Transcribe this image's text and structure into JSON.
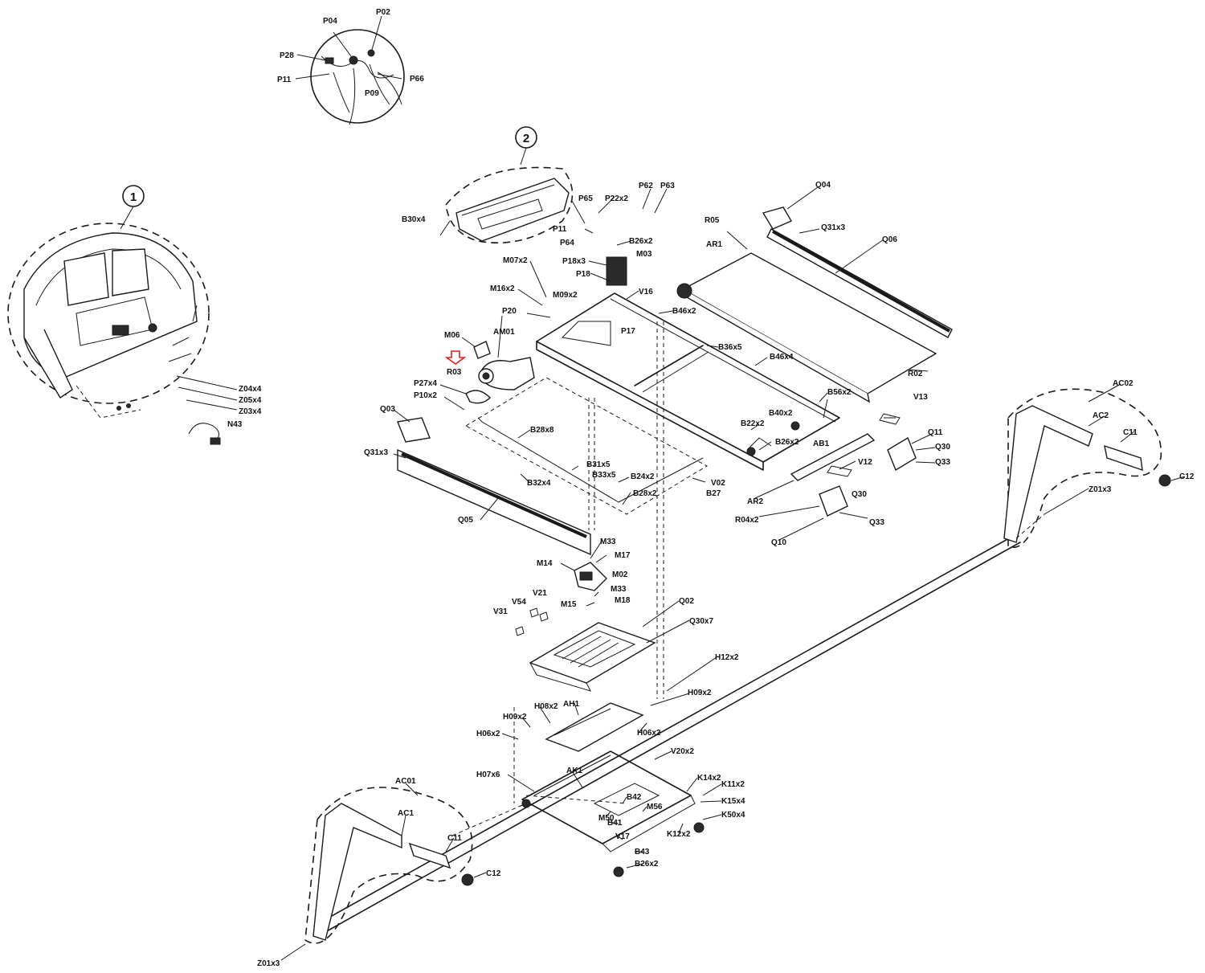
{
  "callouts": [
    {
      "id": "c1",
      "text": "1"
    },
    {
      "id": "c2",
      "text": "2"
    }
  ],
  "labels": {
    "P02": "P02",
    "P04": "P04",
    "P28": "P28",
    "P11a": "P11",
    "P09": "P09",
    "P66": "P66",
    "Z04": "Z04x4",
    "Z05": "Z05x4",
    "Z03": "Z03x4",
    "N43": "N43",
    "B30": "B30x4",
    "P65": "P65",
    "P22": "P22x2",
    "P62": "P62",
    "P63": "P63",
    "P11b": "P11",
    "P64": "P64",
    "B26a": "B26x2",
    "P18x3": "P18x3",
    "M03": "M03",
    "P18": "P18",
    "M07": "M07x2",
    "M16": "M16x2",
    "M09": "M09x2",
    "V16": "V16",
    "B46a": "B46x2",
    "P20": "P20",
    "P17": "P17",
    "M06": "M06",
    "AM01": "AM01",
    "B36": "B36x5",
    "B46b": "B46x4",
    "R03": "R03",
    "R02": "R02",
    "P27": "P27x4",
    "P10": "P10x2",
    "B56": "B56x2",
    "Q03": "Q03",
    "B28a": "B28x8",
    "B40": "B40x2",
    "B22": "B22x2",
    "B26b": "B26x2",
    "AB1": "AB1",
    "V13": "V13",
    "Q11": "Q11",
    "Q30a": "Q30",
    "Q33a": "Q33",
    "Q31b": "Q31x3",
    "B31": "B31x5",
    "B33": "B33x5",
    "V12": "V12",
    "B24": "B24x2",
    "B32": "B32x4",
    "V02": "V02",
    "B27": "B27",
    "B28b": "B28x2",
    "AR2": "AR2",
    "Q30b": "Q30",
    "R04": "R04x2",
    "Q33b": "Q33",
    "Q10": "Q10",
    "Q05": "Q05",
    "M33a": "M33",
    "M17": "M17",
    "M14": "M14",
    "M02": "M02",
    "M33b": "M33",
    "M18": "M18",
    "M15": "M15",
    "V21": "V21",
    "V54": "V54",
    "V31": "V31",
    "Q02": "Q02",
    "Q30x7": "Q30x7",
    "H12": "H12x2",
    "H09a": "H09x2",
    "H08a": "H08x2",
    "AH1": "AH1",
    "H09b": "H09x2",
    "H06a": "H06x2",
    "H06b": "H06x2",
    "V20": "V20x2",
    "H07": "H07x6",
    "AK1": "AK1",
    "K14": "K14x2",
    "K11": "K11x2",
    "B42": "B42",
    "K15": "K15x4",
    "M56": "M56",
    "M50": "M50",
    "K50": "K50x4",
    "B41": "B41",
    "K12": "K12x2",
    "V17": "V17",
    "B43": "B43",
    "B26c": "B26x2",
    "AC01": "AC01",
    "AC1": "AC1",
    "C11a": "C11",
    "C12a": "C12",
    "Z01a": "Z01x3",
    "AC02": "AC02",
    "AC2": "AC2",
    "C11b": "C11",
    "C12b": "C12",
    "Z01b": "Z01x3",
    "Q04": "Q04",
    "R05": "R05",
    "AR1": "AR1",
    "Q31a": "Q31x3",
    "Q06": "Q06"
  }
}
